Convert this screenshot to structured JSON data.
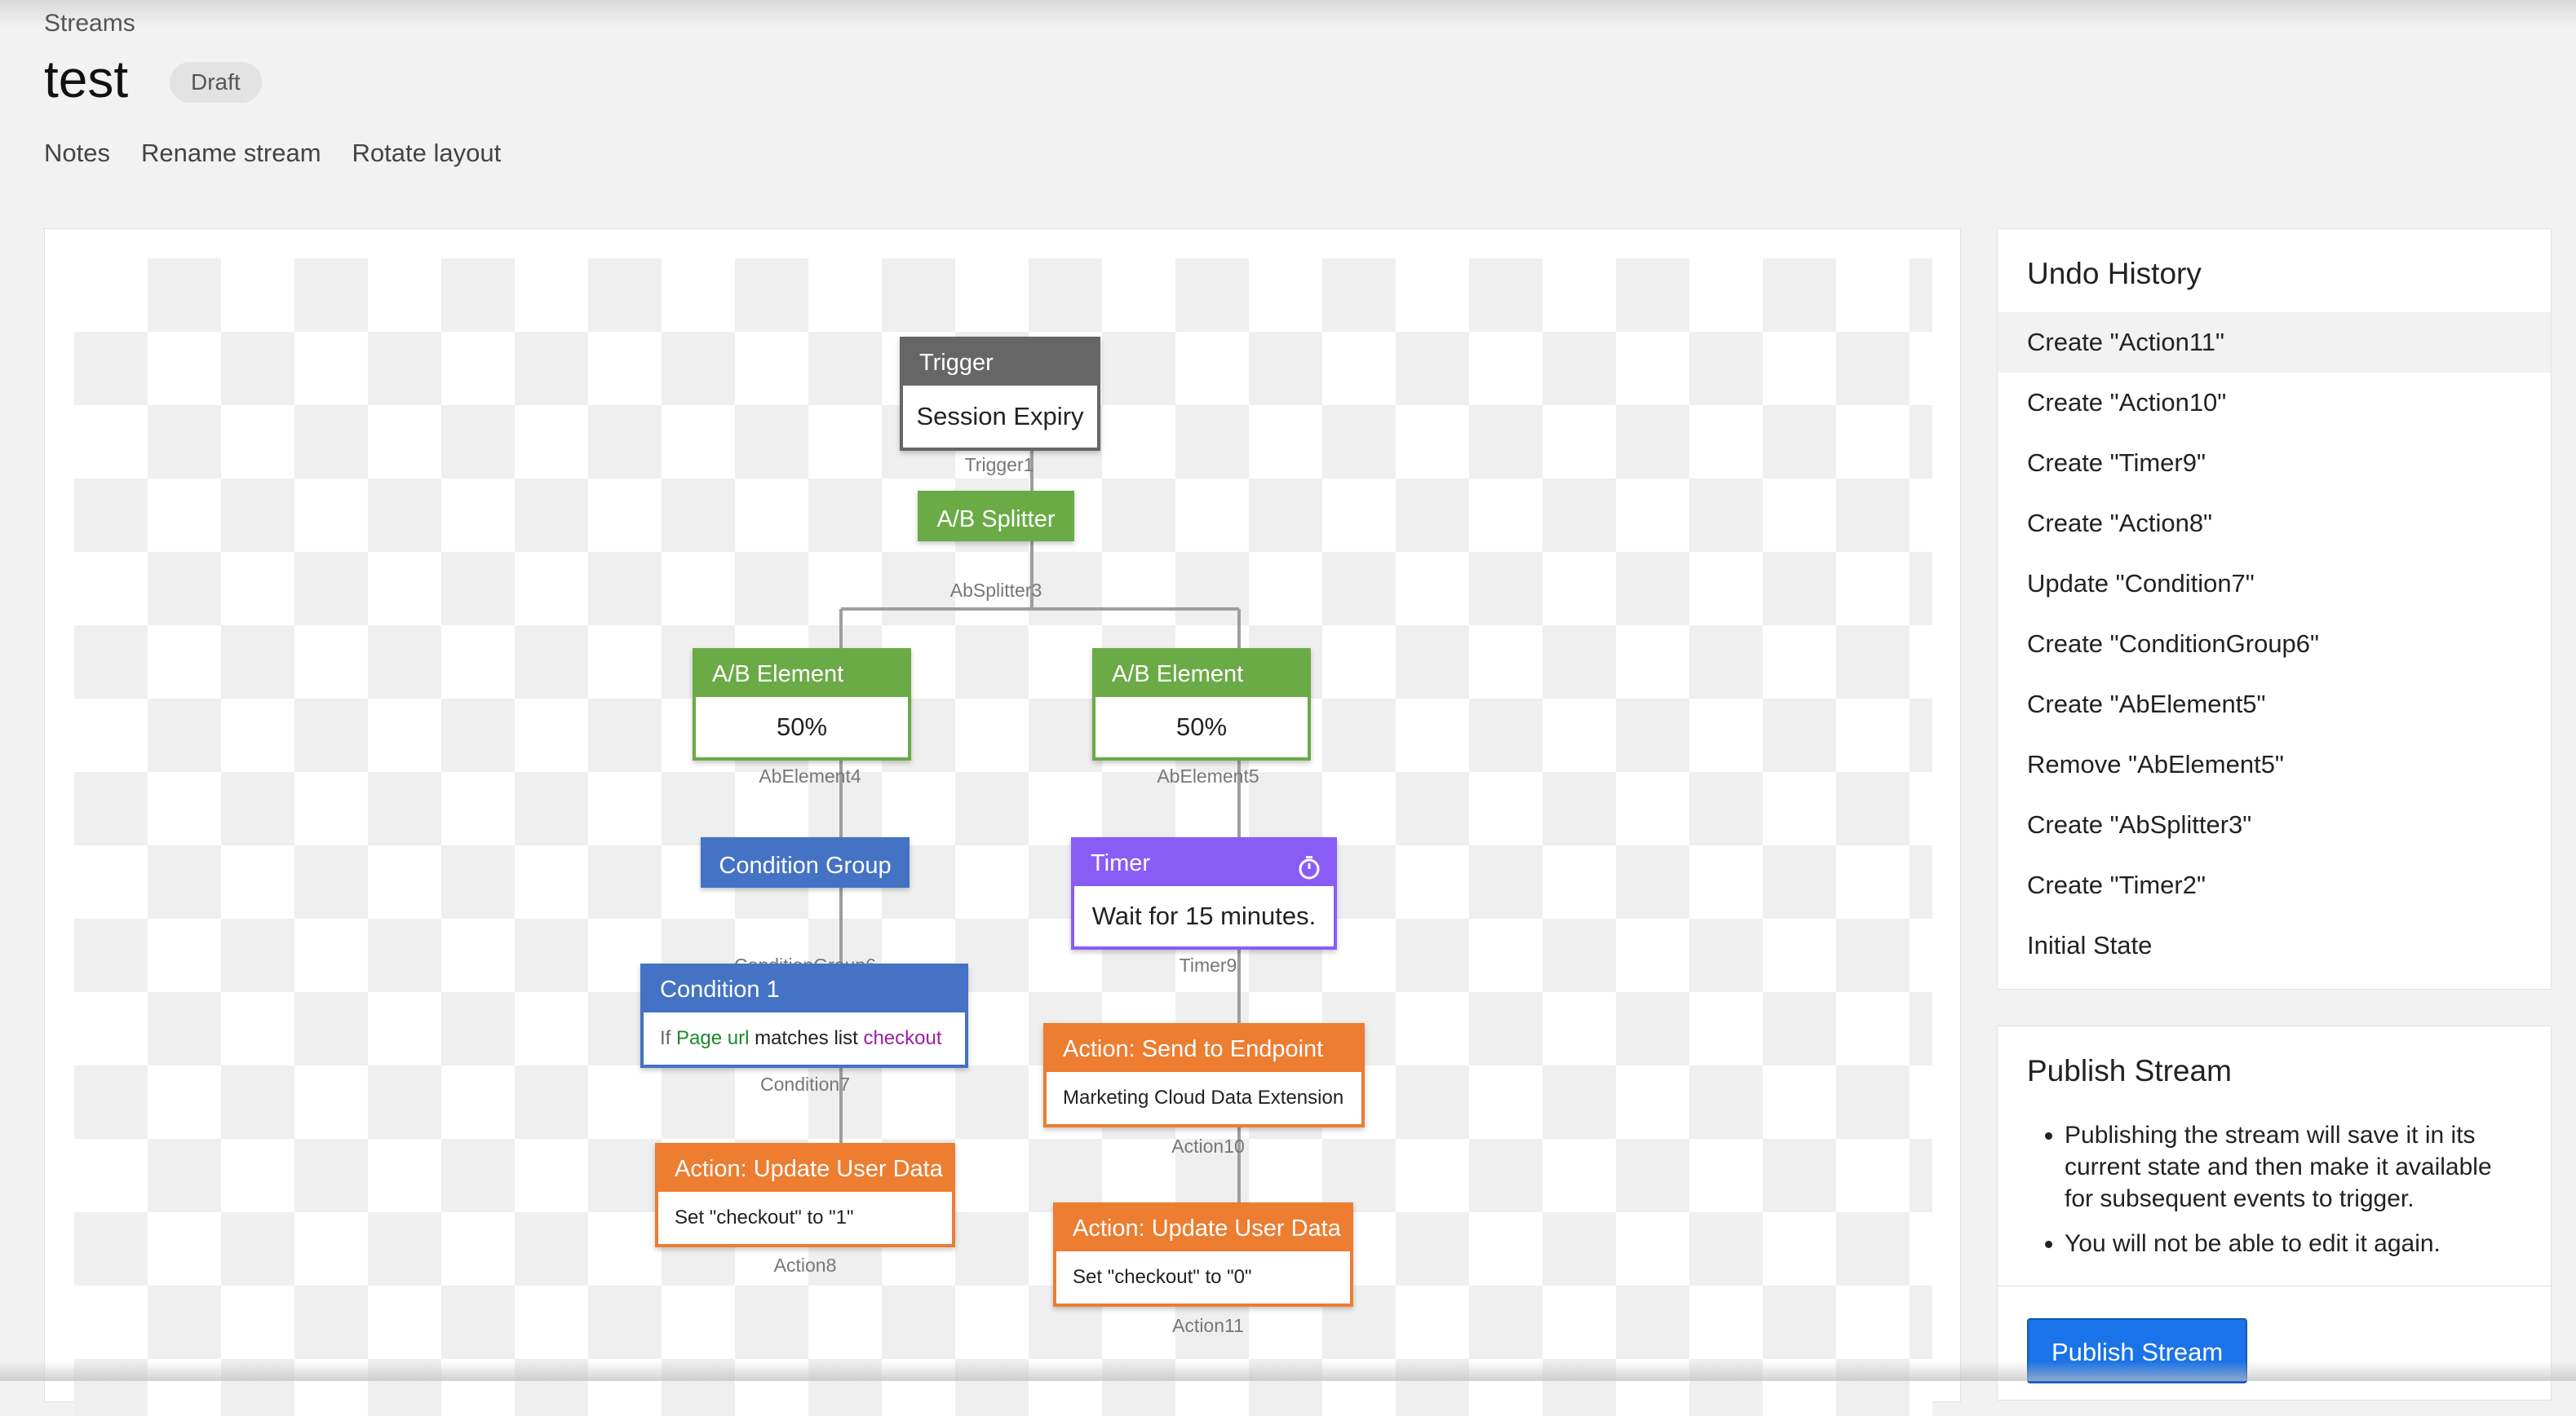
{
  "header": {
    "breadcrumb": "Streams",
    "title": "test",
    "status_badge": "Draft",
    "actions": [
      "Notes",
      "Rename stream",
      "Rotate layout"
    ]
  },
  "colors": {
    "trigger": "#666666",
    "ab": "#6aab45",
    "condition": "#4472c4",
    "timer": "#8a5cf6",
    "action": "#ec7d31",
    "primary_button": "#1a73e8"
  },
  "flow": {
    "trigger": {
      "header": "Trigger",
      "body": "Session Expiry",
      "id": "Trigger1"
    },
    "splitter": {
      "header": "A/B Splitter",
      "id": "AbSplitter3"
    },
    "ab_left": {
      "header": "A/B Element",
      "body": "50%",
      "id": "AbElement4"
    },
    "ab_right": {
      "header": "A/B Element",
      "body": "50%",
      "id": "AbElement5"
    },
    "condition_group": {
      "header": "Condition Group",
      "id": "ConditionGroup6"
    },
    "condition": {
      "header": "Condition 1",
      "if_word": "If",
      "field": "Page url",
      "operator": "matches list",
      "list": "checkout",
      "id": "Condition7"
    },
    "action_left": {
      "header": "Action: Update User Data",
      "body": "Set \"checkout\" to \"1\"",
      "id": "Action8"
    },
    "timer": {
      "header": "Timer",
      "icon": "stopwatch-icon",
      "body": "Wait for 15 minutes.",
      "id": "Timer9"
    },
    "action_endpoint": {
      "header": "Action: Send to Endpoint",
      "body": "Marketing Cloud Data Extension",
      "id": "Action10"
    },
    "action_right": {
      "header": "Action: Update User Data",
      "body": "Set \"checkout\" to \"0\"",
      "id": "Action11"
    }
  },
  "undo_history": {
    "title": "Undo History",
    "items": [
      "Create \"Action11\"",
      "Create \"Action10\"",
      "Create \"Timer9\"",
      "Create \"Action8\"",
      "Update \"Condition7\"",
      "Create \"ConditionGroup6\"",
      "Create \"AbElement5\"",
      "Remove \"AbElement5\"",
      "Create \"AbSplitter3\"",
      "Create \"Timer2\"",
      "Initial State"
    ]
  },
  "publish": {
    "title": "Publish Stream",
    "bullets": [
      "Publishing the stream will save it in its current state and then make it available for subsequent events to trigger.",
      "You will not be able to edit it again."
    ],
    "button": "Publish Stream"
  }
}
